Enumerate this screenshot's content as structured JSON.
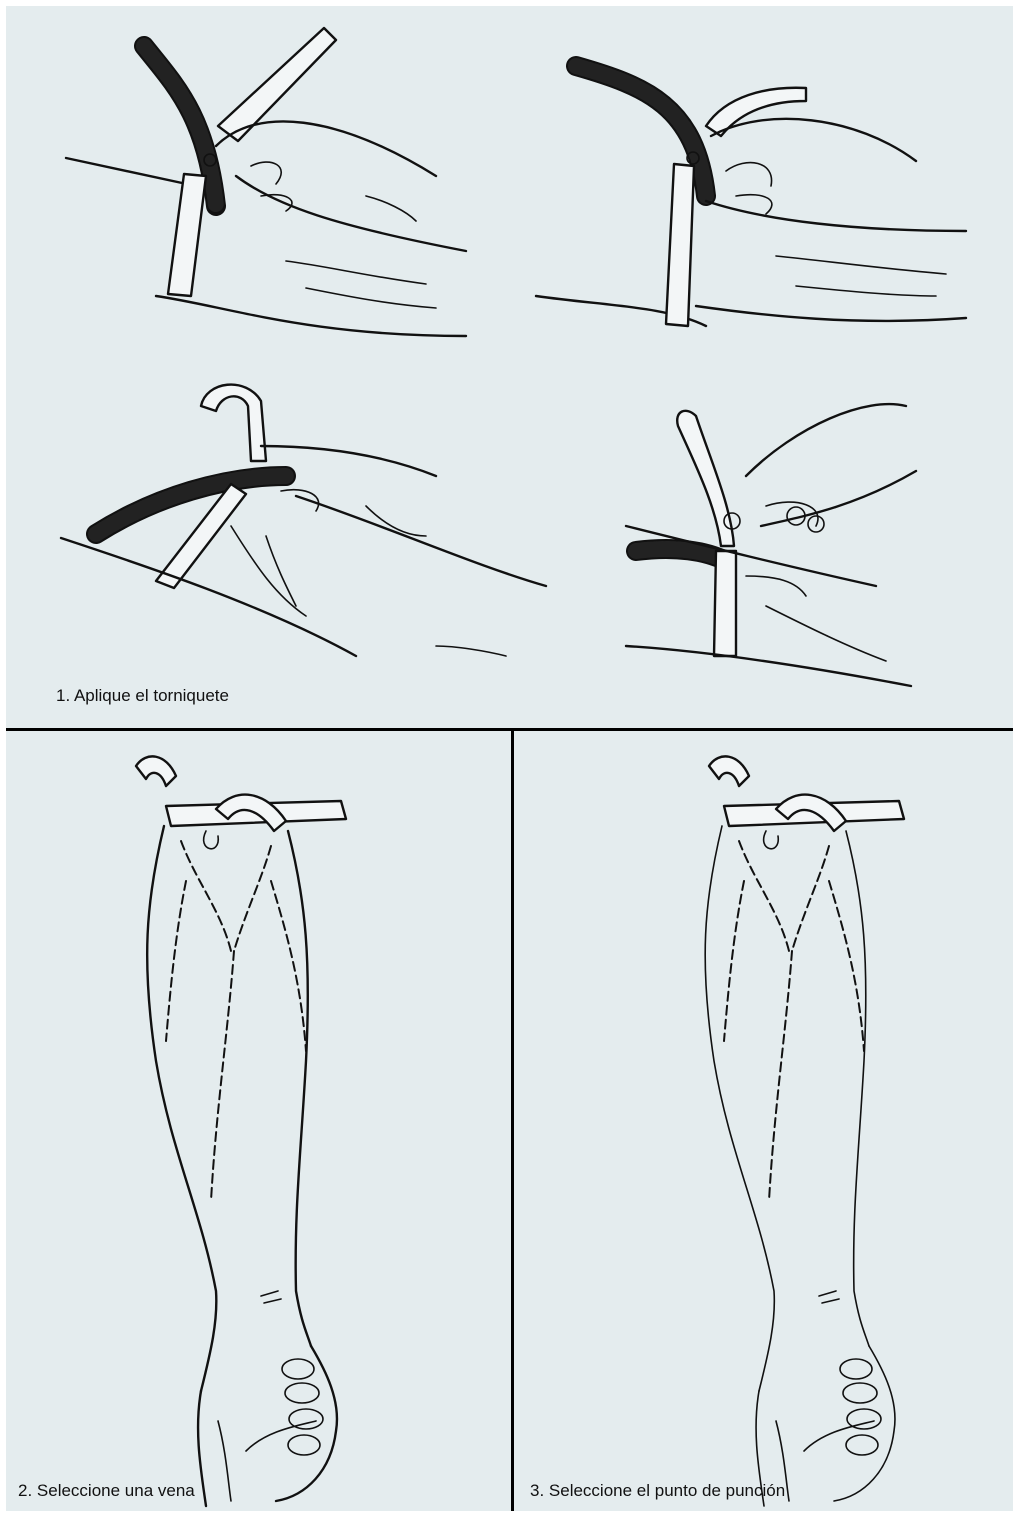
{
  "captions": {
    "step1": "1. Aplique el torniquete",
    "step2": "2. Seleccione una vena",
    "step3": "3. Seleccione el punto de punción"
  },
  "colors": {
    "panel_background": "#e4ecee",
    "divider": "#000000",
    "line_art": "#111111"
  }
}
